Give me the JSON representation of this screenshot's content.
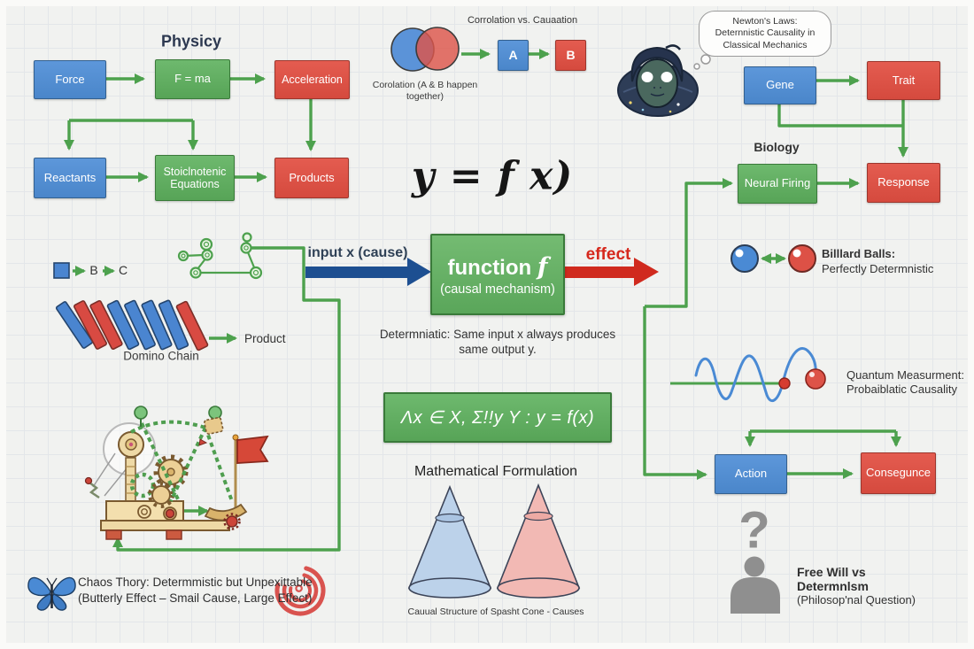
{
  "physics": {
    "title": "Physicy",
    "force": "Force",
    "formula": "F = ma",
    "acceleration": "Acceleration",
    "reactants": "Reactants",
    "stoichiometric": "Stoiclnotenic Equations",
    "products": "Products"
  },
  "correlation": {
    "title": "Corrolation vs. Cauaation",
    "venn_caption": "Corolation (A & B happen together)",
    "node_a": "A",
    "node_b": "B"
  },
  "newton": {
    "bubble_line1": "Newton's Laws:",
    "bubble_line2": "Deternnistic Causality in",
    "bubble_line3": "Classical Mechanics"
  },
  "biology": {
    "section_label": "Biology",
    "gene": "Gene",
    "trait": "Trait",
    "neural_firing": "Neural Firing",
    "response": "Response"
  },
  "causal_function": {
    "equation": "y = f x)",
    "input_label": "input x (cause)",
    "box_title": "function",
    "box_title_f": "f",
    "box_subtitle": "(causal mechanism)",
    "effect_label": "effect",
    "deterministic_note": "Determniatic: Same input x always produces same output y.",
    "math_formula": "Λx ∈ X, Σ!!y Y : y = f(x)",
    "math_title": "Mathematical Formulation",
    "cone_caption": "Cauual Structure of Spasht Cone - Causes"
  },
  "causal_chain": {
    "node_b": "B",
    "node_c": "C",
    "product_label": "Product",
    "domino_label": "Domino Chain"
  },
  "chaos": {
    "line1": "Chaos Thory: Determmistic but Unpexittable",
    "line2": "(Butterly Effect – Smail Cause, Large Effect)"
  },
  "billiards": {
    "line1": "Billlard Balls:",
    "line2": "Perfectly Determnistic"
  },
  "quantum": {
    "line1": "Quantum Measurment:",
    "line2": "Probaiblatic Causality"
  },
  "action_consequence": {
    "action": "Action",
    "consequence": "Consegunce"
  },
  "free_will": {
    "question_mark": "?",
    "line1": "Free Will vs",
    "line2": "Determnlsm",
    "line3": "(Philosop'nal Question)"
  },
  "colors": {
    "node_blue": "#4a89d0",
    "node_green": "#5fae5f",
    "node_red": "#dd5246",
    "arrow_green": "#4da14d",
    "arrow_blue": "#1d4f91",
    "arrow_red": "#d02a1e"
  }
}
